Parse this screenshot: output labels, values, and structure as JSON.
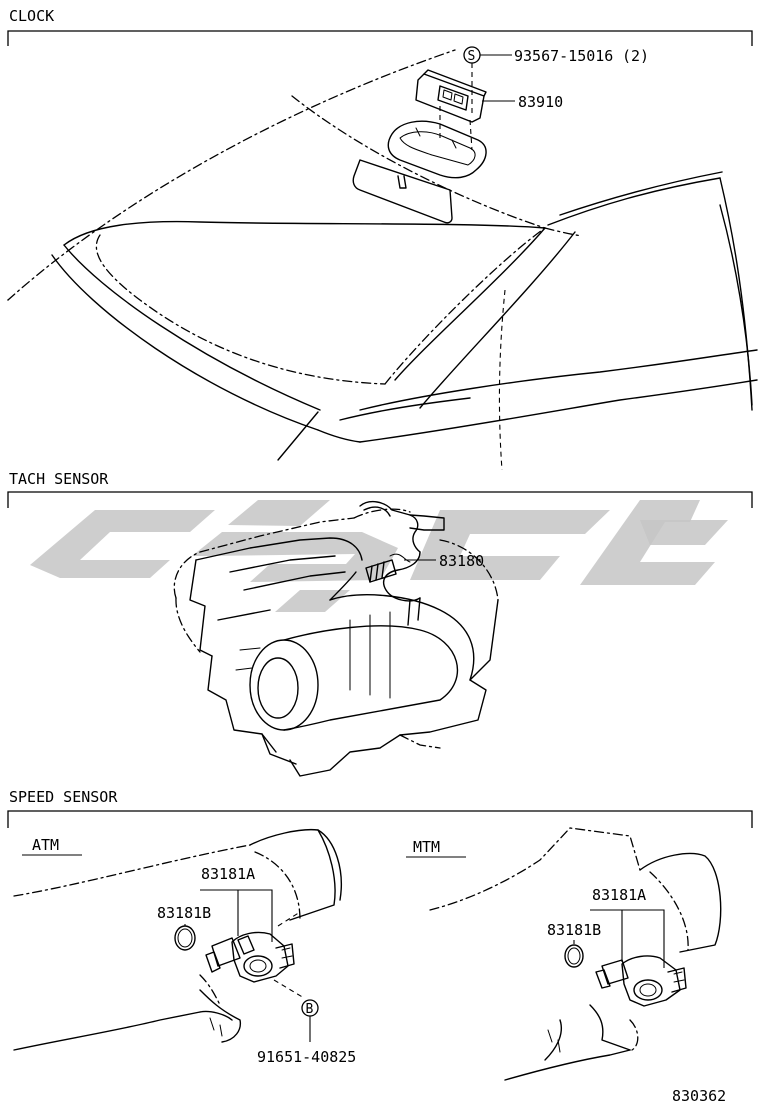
{
  "sections": {
    "clock": {
      "title": "CLOCK",
      "callouts": {
        "screw_symbol": "S",
        "screw_part": "93567-15016",
        "screw_qty": "(2)",
        "clock_part": "83910"
      }
    },
    "tach_sensor": {
      "title": "TACH SENSOR",
      "callouts": {
        "sensor_part": "83180"
      }
    },
    "speed_sensor": {
      "title": "SPEED SENSOR",
      "atm": {
        "label": "ATM",
        "sensor_part": "83181A",
        "oring_part": "83181B",
        "bolt_symbol": "B",
        "bolt_part": "91651-40825"
      },
      "mtm": {
        "label": "MTM",
        "sensor_part": "83181A",
        "oring_part": "83181B"
      }
    }
  },
  "figure_number": "830362",
  "icons": [
    "screw-symbol-icon",
    "bolt-symbol-icon",
    "watermark-logo-icon"
  ]
}
